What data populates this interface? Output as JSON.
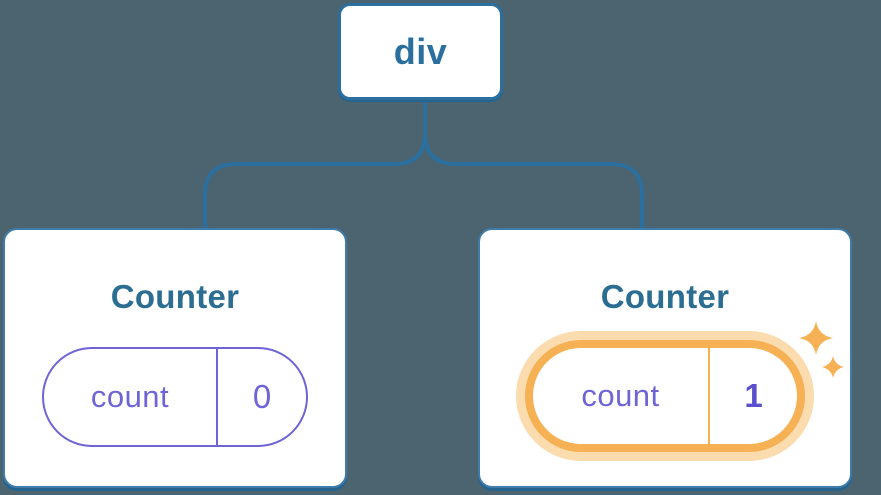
{
  "diagram": {
    "root": {
      "label": "div"
    },
    "children": [
      {
        "title": "Counter",
        "state": {
          "key": "count",
          "value": "0"
        },
        "highlighted": false
      },
      {
        "title": "Counter",
        "state": {
          "key": "count",
          "value": "1"
        },
        "highlighted": true
      }
    ]
  },
  "icons": {
    "sparkle": "sparkle-icon"
  },
  "colors": {
    "background": "#4b6470",
    "line": "#2b6f9e",
    "title": "#2c6d92",
    "card_border": "#3f7ca9",
    "card_border_bottom": "#24648f",
    "card_bg": "#ffffff",
    "purple": "#6e64d6",
    "purple_bold": "#5a50cb",
    "orange": "#f6b155",
    "orange_glow": "#fbdcae"
  }
}
